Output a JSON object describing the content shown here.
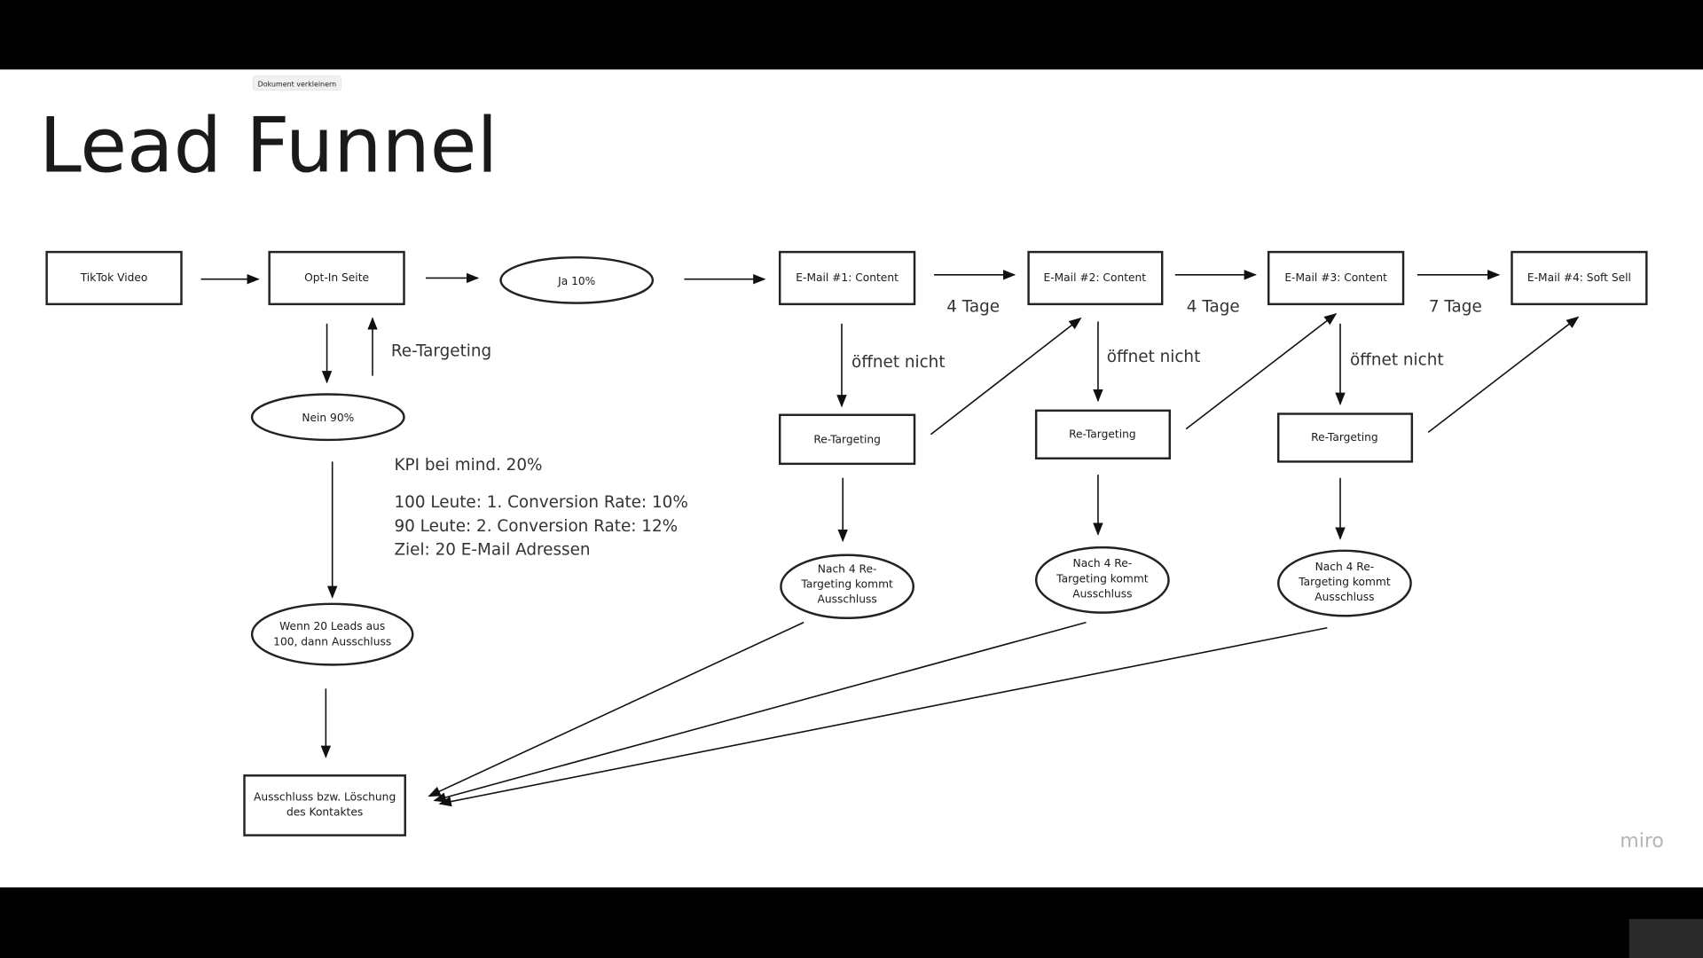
{
  "title": "Lead Funnel",
  "tooltip": "Dokument verkleinern",
  "watermark": "miro",
  "nodes": {
    "tiktok": "TikTok Video",
    "optin": "Opt-In Seite",
    "ja": "Ja 10%",
    "nein": "Nein 90%",
    "wenn": [
      "Wenn 20 Leads aus",
      "100, dann Ausschluss"
    ],
    "ausschluss": [
      "Ausschluss bzw. Löschung",
      "des Kontaktes"
    ],
    "email1": "E-Mail #1: Content",
    "email2": "E-Mail #2: Content",
    "email3": "E-Mail #3: Content",
    "email4": "E-Mail #4: Soft Sell",
    "retargeting": "Re-Targeting",
    "nach": [
      "Nach 4 Re-",
      "Targeting kommt",
      "Ausschluss"
    ]
  },
  "labels": {
    "retargeting": "Re-Targeting",
    "delay1": "4 Tage",
    "delay2": "4 Tage",
    "delay3": "7 Tage",
    "oeffnet": "öffnet nicht",
    "kpi": "KPI bei mind. 20%",
    "notes": [
      "100 Leute: 1. Conversion Rate: 10%",
      "90 Leute: 2. Conversion Rate: 12%",
      "Ziel: 20 E-Mail Adressen"
    ]
  }
}
